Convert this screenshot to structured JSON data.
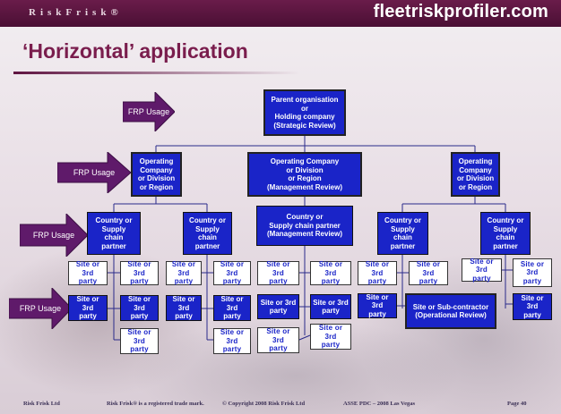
{
  "header": {
    "brand": "RiskFrisk®",
    "site": "fleetriskprofiler.com"
  },
  "title": "‘Horizontal’ application",
  "arrow_label": "FRP Usage",
  "boxes": {
    "parent": "Parent organisation\nor\nHolding company\n(Strategic Review)",
    "op_left": "Operating\nCompany\nor Division\nor Region",
    "op_mid": "Operating Company\nor Division\nor Region\n(Management Review)",
    "op_right": "Operating\nCompany\nor Division\nor Region",
    "country": "Country or\nSupply\nchain\npartner",
    "country_mid": "Country or\nSupply chain partner\n(Management Review)",
    "site": "Site or 3rd\nparty",
    "site_sub": "Site or Sub-contractor\n(Operational Review)"
  },
  "footer": {
    "company": "Risk Frisk Ltd",
    "trademark": "Risk Frisk® is a registered trade mark.",
    "copyright": "© Copyright 2008 Risk Frisk Ltd",
    "event": "ASSE PDC – 2008 Las Vegas",
    "page": "Page 40"
  }
}
